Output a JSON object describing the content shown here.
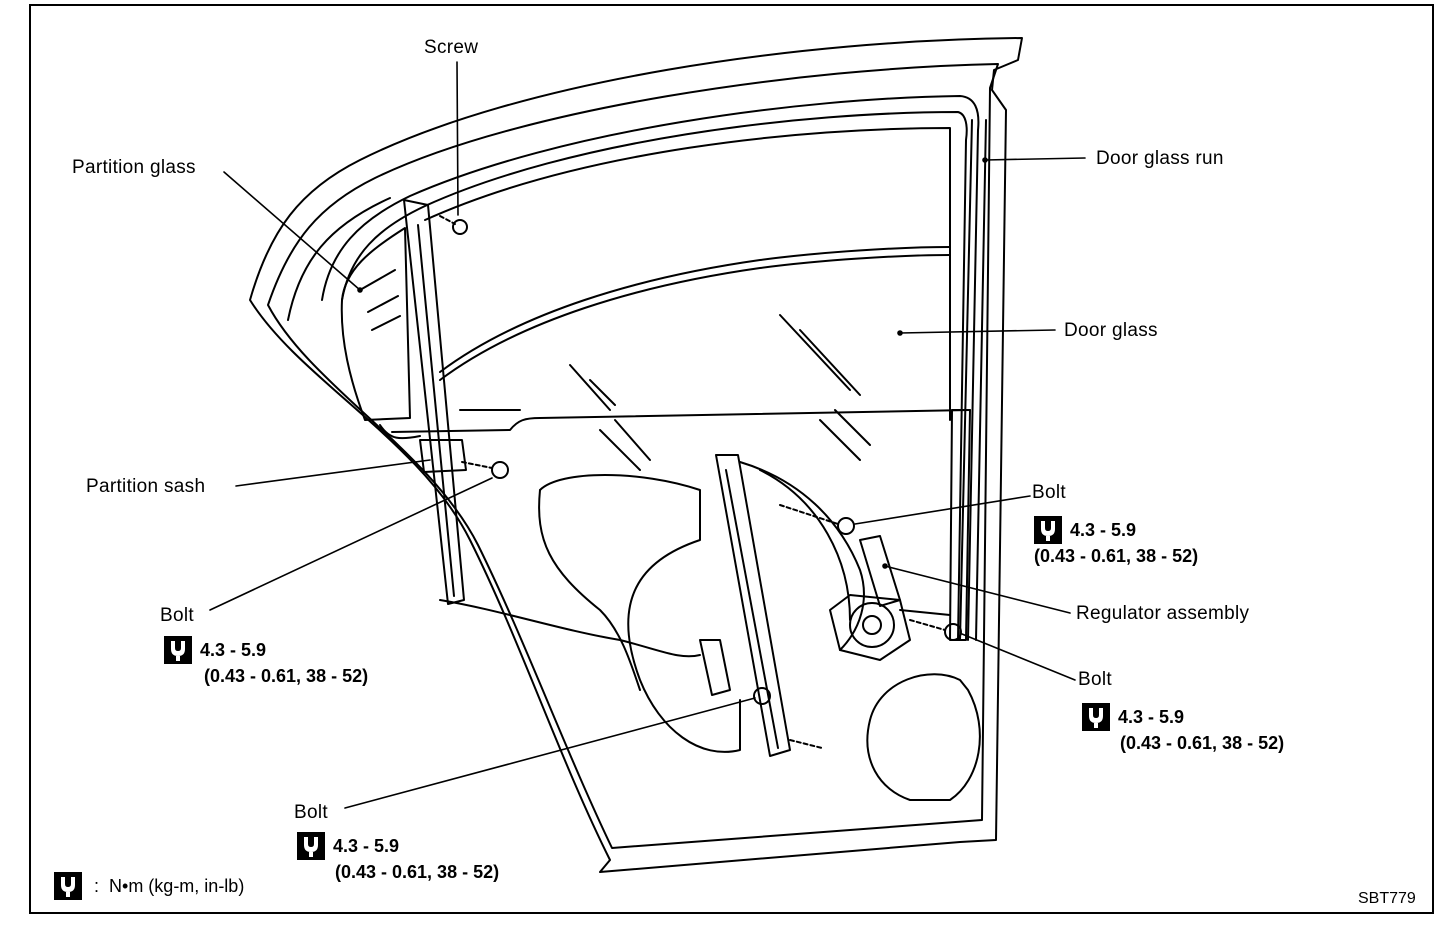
{
  "labels": {
    "screw": "Screw",
    "partition_glass": "Partition glass",
    "door_glass_run": "Door glass run",
    "door_glass": "Door glass",
    "partition_sash": "Partition sash",
    "regulator_assembly": "Regulator assembly",
    "bolt": "Bolt"
  },
  "torque": {
    "range": "4.3 - 5.9",
    "conversion": "(0.43 - 0.61, 38 - 52)"
  },
  "legend": {
    "separator": ":",
    "units": "N•m (kg-m, in-lb)"
  },
  "figure_code": "SBT779",
  "icons": [
    "torque-wrench-icon"
  ]
}
